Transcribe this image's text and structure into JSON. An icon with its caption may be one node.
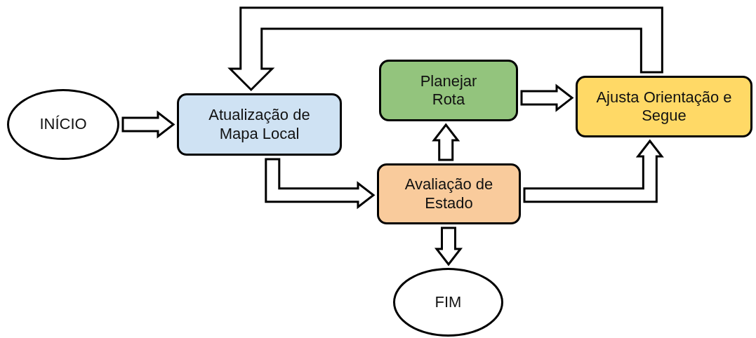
{
  "diagram": {
    "nodes": [
      {
        "text": [
          "INÍCIO"
        ]
      },
      {
        "text": [
          "Atualização de Mapa Local"
        ]
      },
      {
        "text": [
          "Planejar Rota"
        ]
      },
      {
        "text": [
          "Ajusta Orientação e Segue"
        ]
      },
      {
        "text": [
          "Avaliação de Estado"
        ]
      },
      {
        "text": [
          "FIM"
        ]
      }
    ],
    "edges": [
      {
        "from": 0,
        "to": 1,
        "arrow": "to"
      },
      {
        "from": 1,
        "to": 4,
        "arrow": "to"
      },
      {
        "from": 4,
        "to": 2,
        "arrow": "to"
      },
      {
        "from": 2,
        "to": 3,
        "arrow": "to"
      },
      {
        "from": 4,
        "to": 3,
        "arrow": "to"
      },
      {
        "from": 3,
        "to": 1,
        "arrow": "to",
        "style": "thick"
      },
      {
        "from": 4,
        "to": 5,
        "arrow": "to"
      }
    ]
  }
}
